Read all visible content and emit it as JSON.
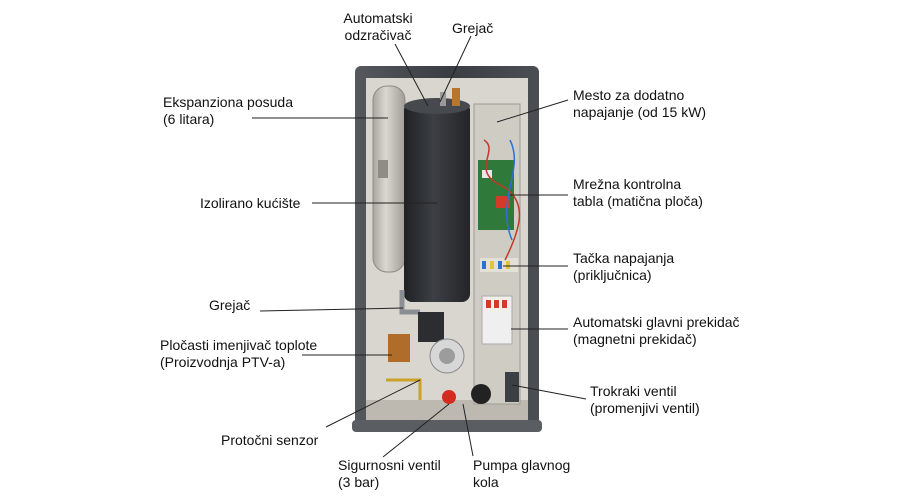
{
  "labels": {
    "automatski_odzracivac": [
      "Automatski",
      "odzračivač"
    ],
    "grejac_top": [
      "Grejač"
    ],
    "ekspanziona_posuda": [
      "Ekspanziona posuda",
      "(6 litara)"
    ],
    "izolirano_kuciste": [
      "Izolirano kućište"
    ],
    "grejac_left": [
      "Grejač"
    ],
    "plocasti_izmenjivac": [
      "Pločasti imenjivač toplote",
      "(Proizvodnja PTV-a)"
    ],
    "protocni_senzor": [
      "Protočni senzor"
    ],
    "sigurnosni_ventil": [
      "Sigurnosni ventil",
      "(3 bar)"
    ],
    "pumpa": [
      "Pumpa glavnog",
      "kola"
    ],
    "mesto_za_napajanje": [
      "Mesto za dodatno",
      "napajanje (od 15 kW)"
    ],
    "mrezna_tabla": [
      "Mrežna kontrolna",
      "tabla (matična ploča)"
    ],
    "tacka_napajanja": [
      "Tačka napajanja",
      "(priključnica)"
    ],
    "glavni_prekidac": [
      "Automatski glavni prekidač",
      "(magnetni prekidač)"
    ],
    "trokraki_ventil": [
      "Trokraki ventil",
      "(promenjivi ventil)"
    ]
  },
  "colors": {
    "cabinet": "#3a3d42",
    "back_panel": "#d6d3cc",
    "tank": "#2f3236",
    "vessel": "#c9c6bf",
    "board": "#2f7a3a",
    "leader": "#222222"
  }
}
